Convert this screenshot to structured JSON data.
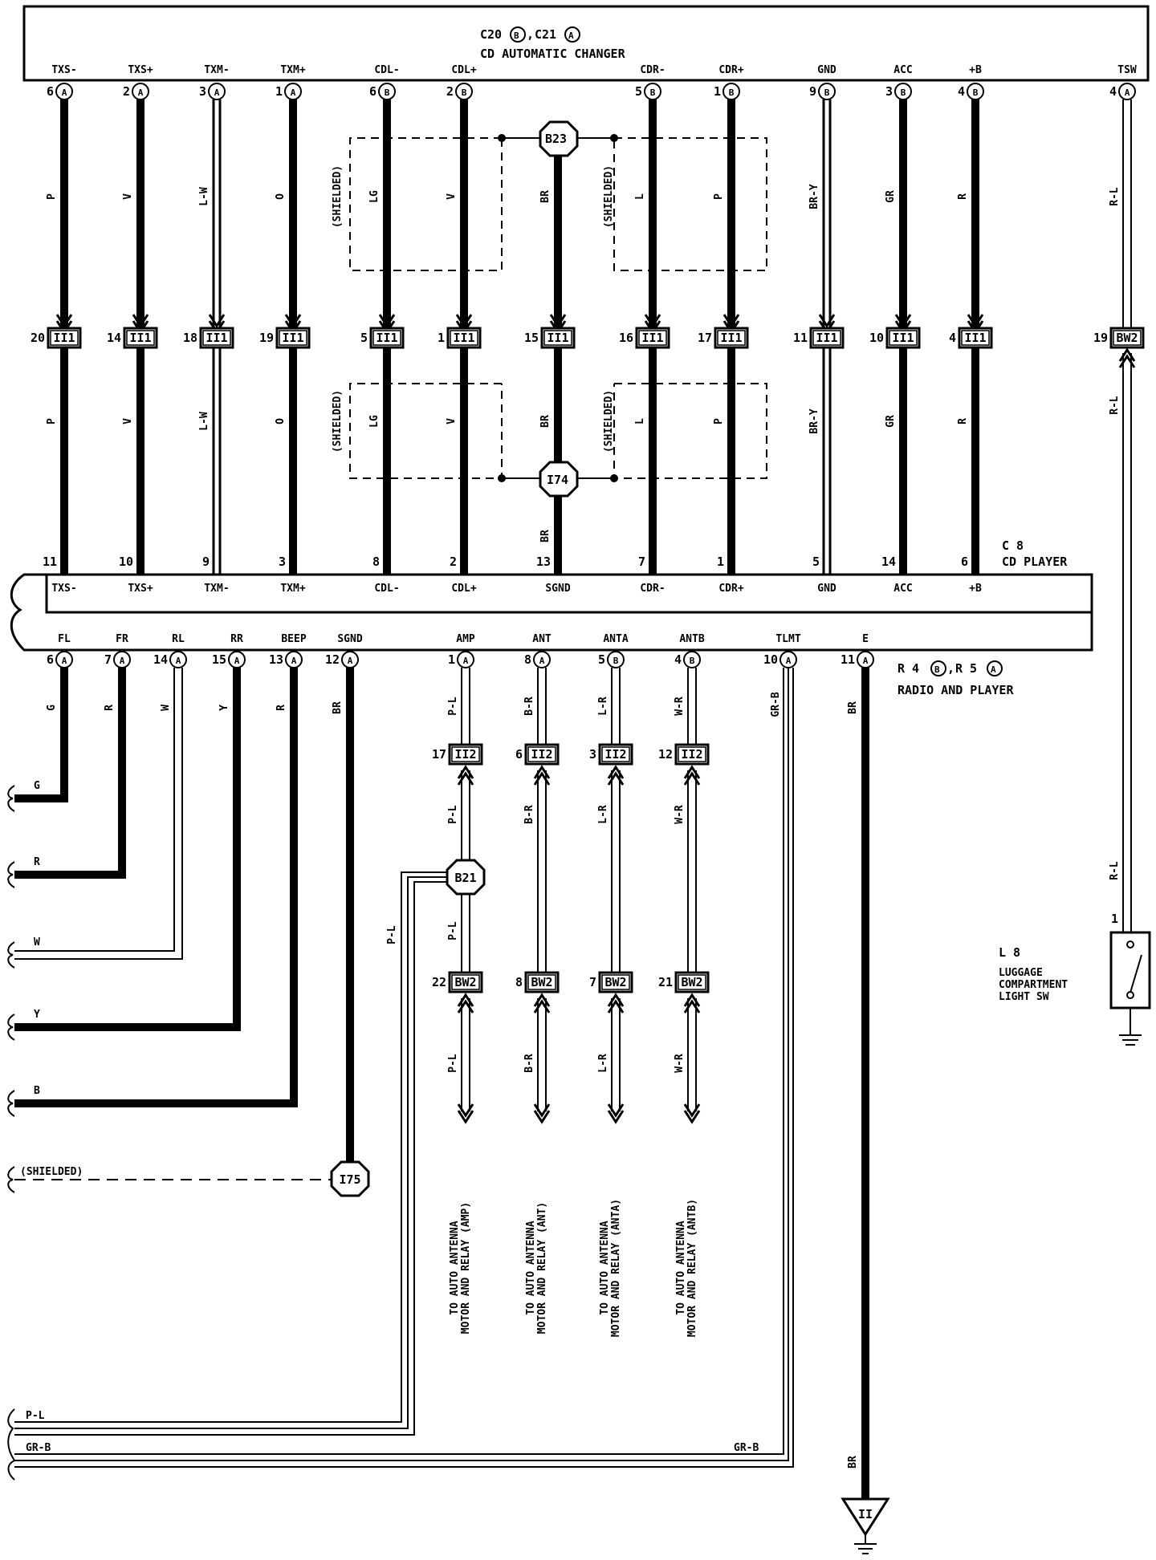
{
  "connectors": {
    "cd_changer": {
      "id_line_a": "C20",
      "mark_a": "B",
      "sep": ",",
      "id_line_b": "C21",
      "mark_b": "A",
      "name": "CD AUTOMATIC CHANGER"
    },
    "cd_player": {
      "id": "C 8",
      "name": "CD PLAYER"
    },
    "radio": {
      "id_a": "R 4",
      "mark_a": "B",
      "sep": ",",
      "id_b": "R 5",
      "mark_b": "A",
      "name": "RADIO AND PLAYER"
    },
    "luggage_sw": {
      "id": "L 8",
      "name_line1": "LUGGAGE",
      "name_line2": "COMPARTMENT",
      "name_line3": "LIGHT SW",
      "pin": "1"
    }
  },
  "upper_wires": [
    {
      "top_label": "TXS-",
      "top_pin": "6",
      "top_mark": "A",
      "color1": "P",
      "junction_pin": "20",
      "junction": "II1",
      "color2": "P",
      "bottom_pin": "11",
      "bottom_label": "TXS-",
      "style": "thick"
    },
    {
      "top_label": "TXS+",
      "top_pin": "2",
      "top_mark": "A",
      "color1": "V",
      "junction_pin": "14",
      "junction": "II1",
      "color2": "V",
      "bottom_pin": "10",
      "bottom_label": "TXS+",
      "style": "thick"
    },
    {
      "top_label": "TXM-",
      "top_pin": "3",
      "top_mark": "A",
      "color1": "L-W",
      "junction_pin": "18",
      "junction": "II1",
      "color2": "L-W",
      "bottom_pin": "9",
      "bottom_label": "TXM-",
      "style": "double"
    },
    {
      "top_label": "TXM+",
      "top_pin": "1",
      "top_mark": "A",
      "color1": "O",
      "junction_pin": "19",
      "junction": "II1",
      "color2": "O",
      "bottom_pin": "3",
      "bottom_label": "TXM+",
      "style": "thick"
    },
    {
      "top_label": "CDL-",
      "top_pin": "6",
      "top_mark": "B",
      "color1": "LG",
      "junction_pin": "5",
      "junction": "II1",
      "color2": "LG",
      "bottom_pin": "8",
      "bottom_label": "CDL-",
      "style": "thick"
    },
    {
      "top_label": "CDL+",
      "top_pin": "2",
      "top_mark": "B",
      "color1": "V",
      "junction_pin": "1",
      "junction": "II1",
      "color2": "V",
      "bottom_pin": "2",
      "bottom_label": "CDL+",
      "style": "thick"
    },
    {
      "top_label": "",
      "top_pin": "",
      "top_mark": "",
      "color1": "BR",
      "junction_pin": "15",
      "junction": "II1",
      "color2": "BR",
      "bottom_pin": "13",
      "bottom_label": "SGND",
      "style": "thick",
      "color3": "BR"
    },
    {
      "top_label": "CDR-",
      "top_pin": "5",
      "top_mark": "B",
      "color1": "L",
      "junction_pin": "16",
      "junction": "II1",
      "color2": "L",
      "bottom_pin": "7",
      "bottom_label": "CDR-",
      "style": "thick"
    },
    {
      "top_label": "CDR+",
      "top_pin": "1",
      "top_mark": "B",
      "color1": "P",
      "junction_pin": "17",
      "junction": "II1",
      "color2": "P",
      "bottom_pin": "1",
      "bottom_label": "CDR+",
      "style": "thick"
    },
    {
      "top_label": "GND",
      "top_pin": "9",
      "top_mark": "B",
      "color1": "BR-Y",
      "junction_pin": "11",
      "junction": "II1",
      "color2": "BR-Y",
      "bottom_pin": "5",
      "bottom_label": "GND",
      "style": "double"
    },
    {
      "top_label": "ACC",
      "top_pin": "3",
      "top_mark": "B",
      "color1": "GR",
      "junction_pin": "10",
      "junction": "II1",
      "color2": "GR",
      "bottom_pin": "14",
      "bottom_label": "ACC",
      "style": "thick"
    },
    {
      "top_label": "+B",
      "top_pin": "4",
      "top_mark": "B",
      "color1": "R",
      "junction_pin": "4",
      "junction": "II1",
      "color2": "R",
      "bottom_pin": "6",
      "bottom_label": "+B",
      "style": "thick"
    }
  ],
  "tsw": {
    "label": "TSW",
    "pin": "4",
    "mark": "A",
    "color1": "R-L",
    "junction_pin": "19",
    "junction": "BW2",
    "color2": "R-L",
    "color3": "R-L"
  },
  "splices": {
    "b23": "B23",
    "i74": "I74",
    "b21": "B21",
    "i75": "I75"
  },
  "shielded_label": "(SHIELDED)",
  "radio_pins": [
    {
      "label": "FL",
      "pin": "6",
      "mark": "A",
      "color": "G",
      "end_color": "G",
      "style": "thick"
    },
    {
      "label": "FR",
      "pin": "7",
      "mark": "A",
      "color": "R",
      "end_color": "R",
      "style": "thick"
    },
    {
      "label": "RL",
      "pin": "14",
      "mark": "A",
      "color": "W",
      "end_color": "W",
      "style": "thin"
    },
    {
      "label": "RR",
      "pin": "15",
      "mark": "A",
      "color": "Y",
      "end_color": "Y",
      "style": "thick"
    },
    {
      "label": "BEEP",
      "pin": "13",
      "mark": "A",
      "color": "R",
      "end_color": "B",
      "style": "thick"
    },
    {
      "label": "SGND",
      "pin": "12",
      "mark": "A",
      "color": "BR",
      "end_color": "(SHIELDED)",
      "style": "thick"
    }
  ],
  "antenna_wires": [
    {
      "label": "AMP",
      "pin": "1",
      "mark": "A",
      "color1": "P-L",
      "j1_pin": "17",
      "j1": "II2",
      "color2": "P-L",
      "color3": "P-L",
      "j2_pin": "22",
      "j2": "BW2",
      "color4": "P-L",
      "dest1": "TO AUTO ANTENNA",
      "dest2": "MOTOR AND RELAY (AMP)"
    },
    {
      "label": "ANT",
      "pin": "8",
      "mark": "A",
      "color1": "B-R",
      "j1_pin": "6",
      "j1": "II2",
      "color2": "B-R",
      "j2_pin": "8",
      "j2": "BW2",
      "color4": "B-R",
      "dest1": "TO AUTO ANTENNA",
      "dest2": "MOTOR AND RELAY (ANT)"
    },
    {
      "label": "ANTA",
      "pin": "5",
      "mark": "B",
      "color1": "L-R",
      "j1_pin": "3",
      "j1": "II2",
      "color2": "L-R",
      "j2_pin": "7",
      "j2": "BW2",
      "color4": "L-R",
      "dest1": "TO AUTO ANTENNA",
      "dest2": "MOTOR AND RELAY (ANTA)"
    },
    {
      "label": "ANTB",
      "pin": "4",
      "mark": "B",
      "color1": "W-R",
      "j1_pin": "12",
      "j1": "II2",
      "color2": "W-R",
      "j2_pin": "21",
      "j2": "BW2",
      "color4": "W-R",
      "dest1": "TO AUTO ANTENNA",
      "dest2": "MOTOR AND RELAY (ANTB)"
    }
  ],
  "tlmt": {
    "label": "TLMT",
    "pin": "10",
    "mark": "A",
    "color": "GR-B",
    "end_color_left": "GR-B",
    "end_color_right": "GR-B"
  },
  "e_wire": {
    "label": "E",
    "pin": "11",
    "mark": "A",
    "color": "BR",
    "color_bottom": "BR",
    "ground": "II"
  },
  "pl_branch": {
    "color_vertical": "P-L",
    "color_end": "P-L"
  }
}
